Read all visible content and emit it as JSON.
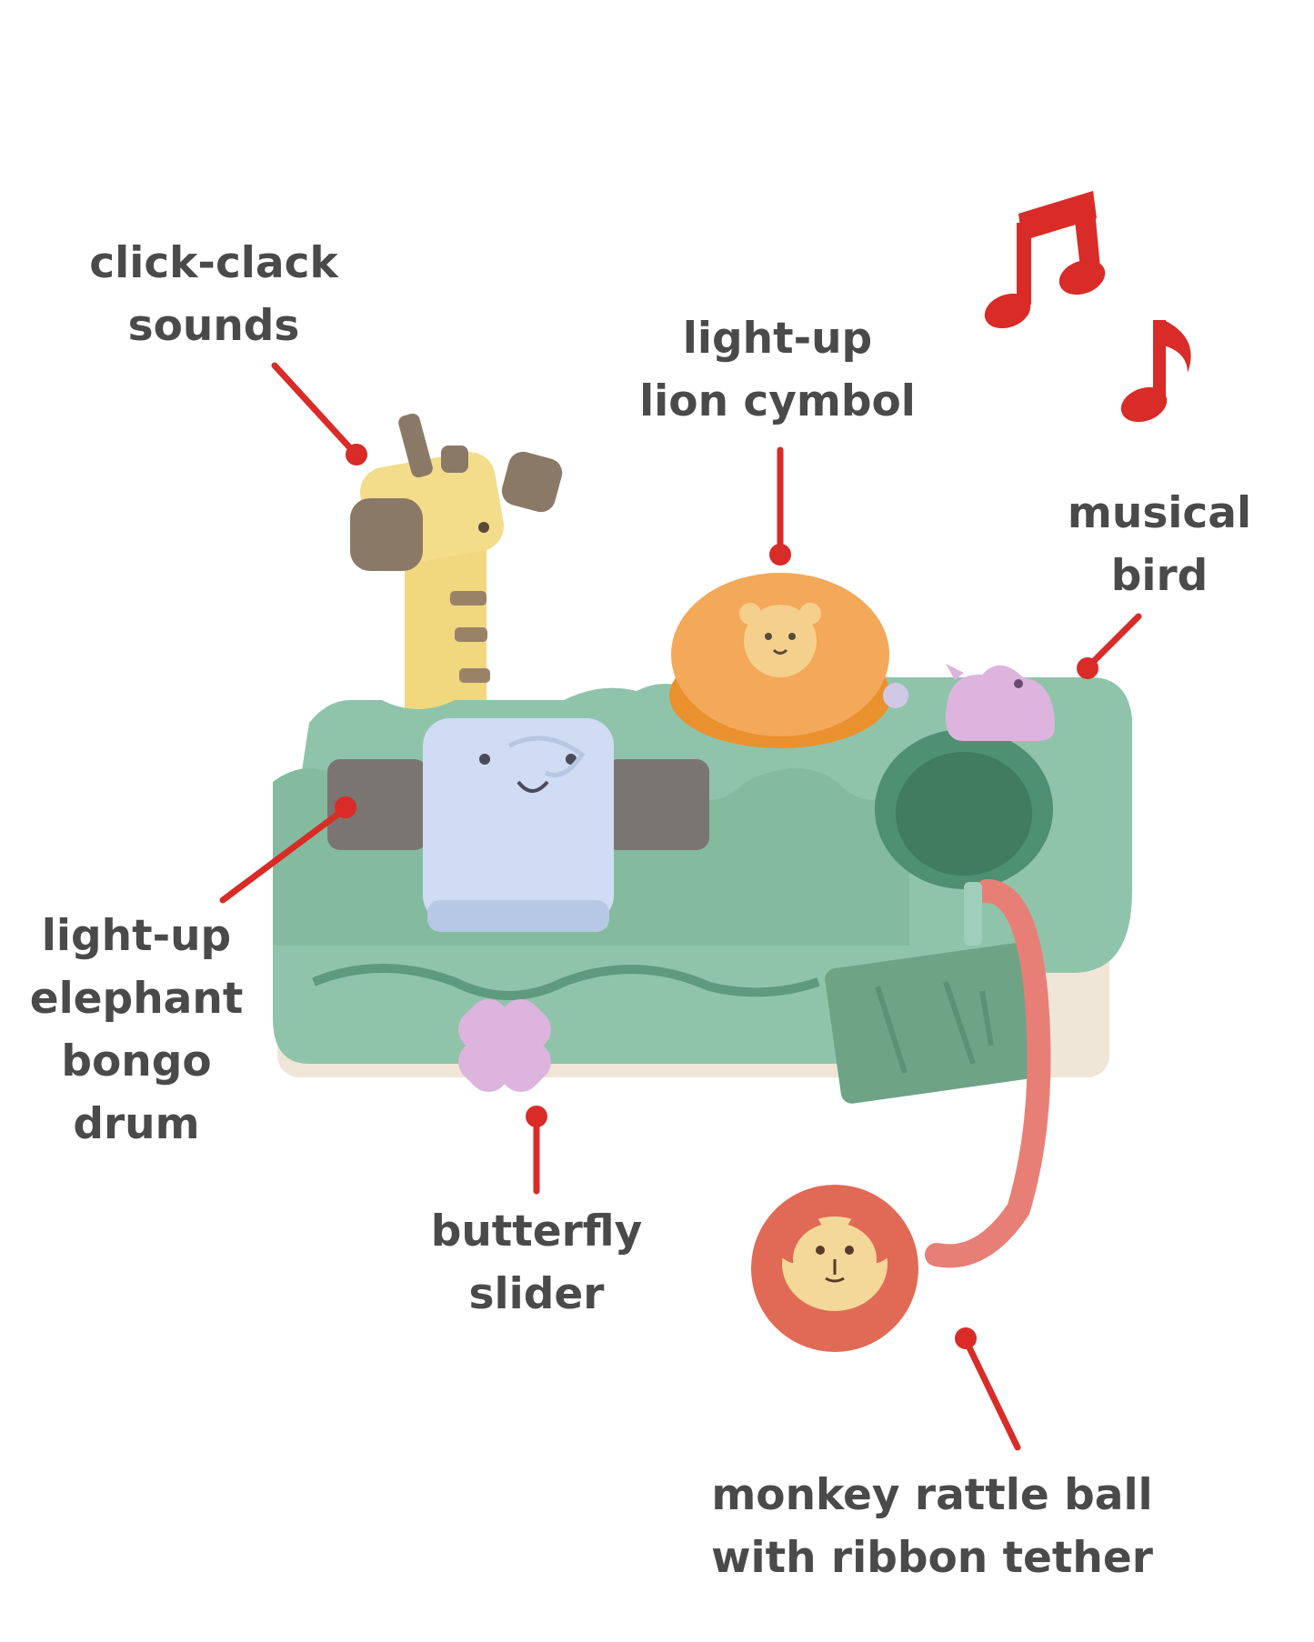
{
  "labels": {
    "click_clack": {
      "line1": "click-clack",
      "line2": "sounds"
    },
    "lion_cymbol": {
      "line1": "light-up",
      "line2": "lion cymbol"
    },
    "musical_bird": {
      "line1": "musical",
      "line2": "bird"
    },
    "elephant_drum": {
      "line1": "light-up",
      "line2": "elephant",
      "line3": "bongo",
      "line4": "drum"
    },
    "butterfly_slider": {
      "line1": "butterfly",
      "line2": "slider"
    },
    "monkey_ball": {
      "line1": "monkey rattle ball",
      "line2": "with ribbon tether"
    }
  },
  "colors": {
    "label_text": "#4a4a4a",
    "pointer": "#d92b27",
    "music_note": "#d92b27",
    "base_green": "#8fc4ab",
    "giraffe_yellow": "#f1d77e",
    "lion_orange": "#f3a85a",
    "elephant_blue": "#cfdcf3",
    "bird_lilac": "#dcb4de",
    "monkey_red": "#e06a55",
    "ribbon_coral": "#e87f76"
  },
  "icons": [
    "music-note-icon",
    "music-note-icon"
  ]
}
